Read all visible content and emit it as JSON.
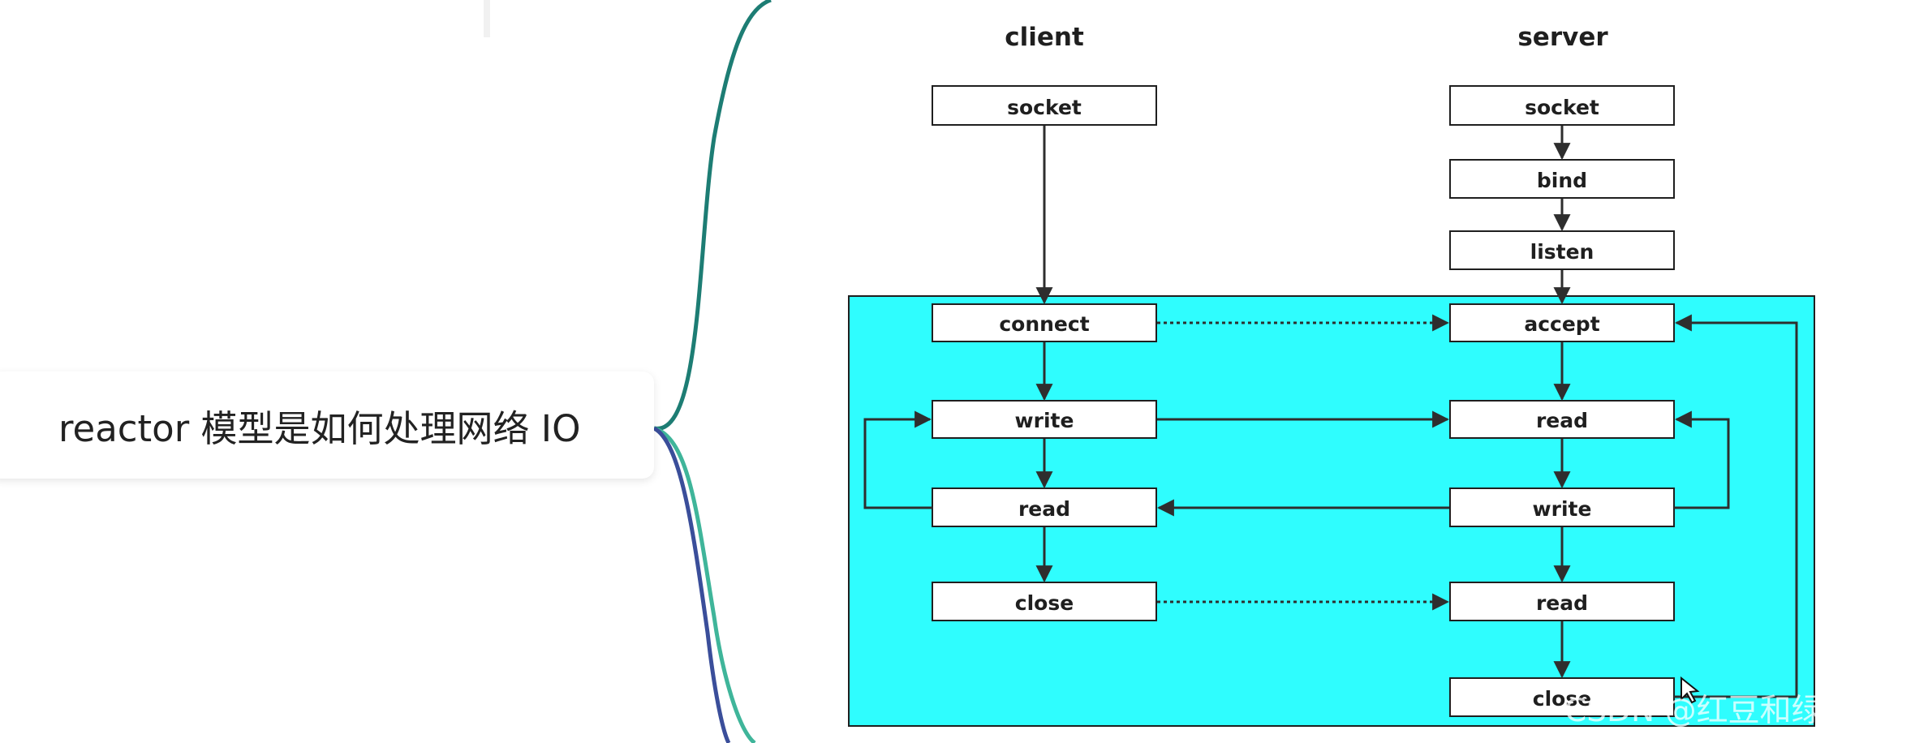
{
  "mindmap": {
    "node_label": "reactor 模型是如何处理网络 IO"
  },
  "diagram": {
    "headers": {
      "client": "client",
      "server": "server"
    },
    "client_boxes": {
      "socket": "socket",
      "connect": "connect",
      "write": "write",
      "read": "read",
      "close": "close"
    },
    "server_boxes": {
      "socket": "socket",
      "bind": "bind",
      "listen": "listen",
      "accept": "accept",
      "read1": "read",
      "write": "write",
      "read2": "read",
      "close": "close"
    }
  },
  "colors": {
    "panel_fill": "#2ffdfe",
    "box_stroke": "#1f1f1f",
    "arrow": "#2e2e2e",
    "branch_top": "#1d7d74",
    "branch_teal": "#3fb59a",
    "branch_blue": "#3a4e9a"
  },
  "watermark": "CSDN @红豆和绿豆"
}
